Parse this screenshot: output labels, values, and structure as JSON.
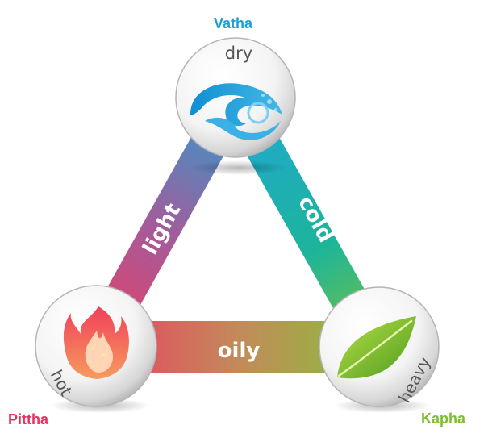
{
  "doshas": {
    "vatha": {
      "name": "Vatha",
      "quality": "dry",
      "icon": "wave-icon",
      "color": "#1a9fd9"
    },
    "pittha": {
      "name": "Pittha",
      "quality": "hot",
      "icon": "flame-icon",
      "color": "#e8305f"
    },
    "kapha": {
      "name": "Kapha",
      "quality": "heavy",
      "icon": "leaf-icon",
      "color": "#7cbf2e"
    }
  },
  "edges": {
    "left": {
      "label": "light"
    },
    "right": {
      "label": "cold"
    },
    "bottom": {
      "label": "oily"
    }
  }
}
